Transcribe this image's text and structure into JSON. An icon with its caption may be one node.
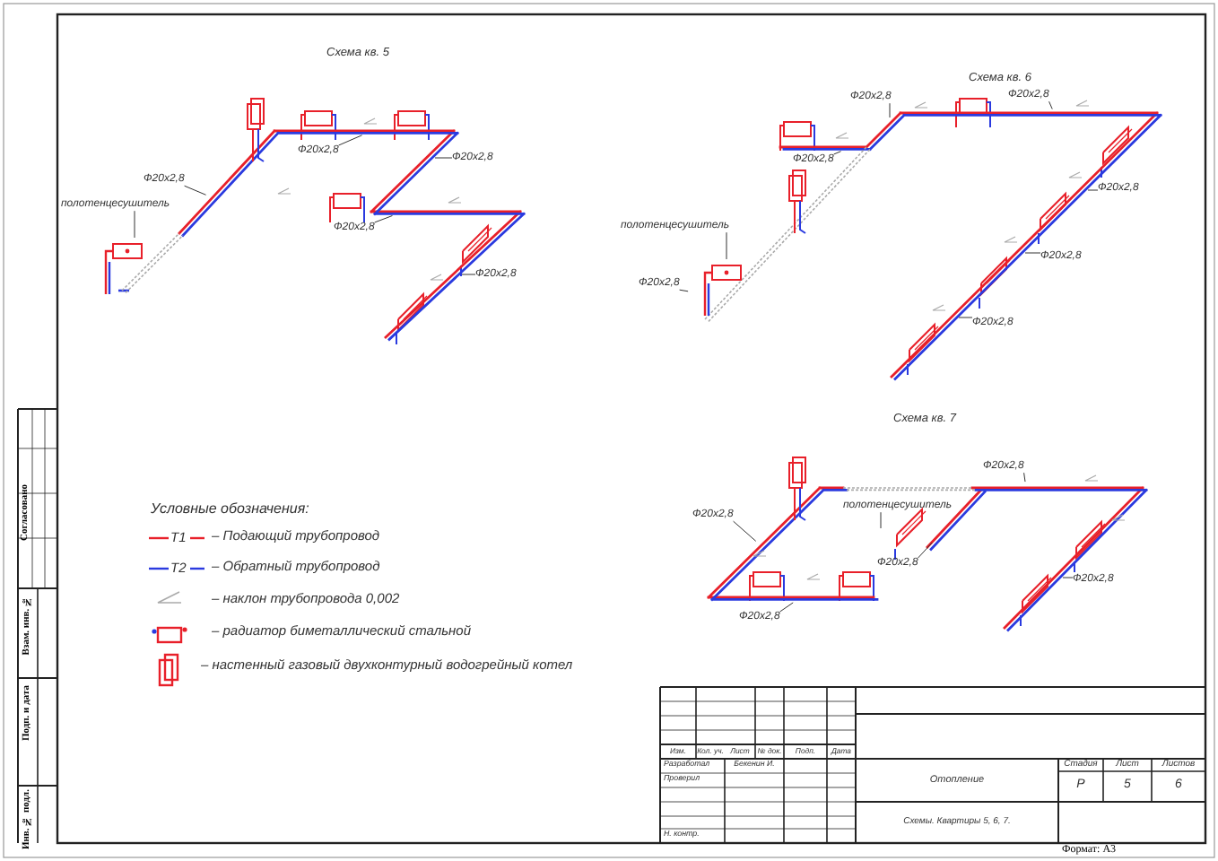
{
  "diagram": {
    "nodes": [
      {
        "text": [
          "Ф20х2,8"
        ]
      },
      {
        "text": [
          "полотенцесушитель"
        ]
      },
      {
        "text": [
          "Ф20х2,8"
        ]
      },
      {
        "text": [
          "Ф20х2,8"
        ]
      },
      {
        "text": [
          "Ф20х2,8"
        ]
      },
      {
        "text": [
          "Ф20х2,8"
        ]
      },
      {
        "text": [
          "Ф20х2,8"
        ]
      },
      {
        "text": [
          "Ф20х2,8"
        ]
      },
      {
        "text": [
          "Ф20х2,8"
        ]
      },
      {
        "text": [
          "полотенцесушитель"
        ]
      },
      {
        "text": [
          "Ф20х2,8"
        ]
      },
      {
        "text": [
          "Ф20х2,8"
        ]
      },
      {
        "text": [
          "Ф20х2,8"
        ]
      },
      {
        "text": [
          "Ф20х2,8"
        ]
      },
      {
        "text": [
          "Ф20х2,8"
        ]
      },
      {
        "text": [
          "полотенцесушитель"
        ]
      },
      {
        "text": [
          "Ф20х2,8"
        ]
      },
      {
        "text": [
          "Ф20х2,8"
        ]
      },
      {
        "text": [
          "Ф20х2,8"
        ]
      },
      {
        "text": [
          "Ф20х2,8"
        ]
      }
    ],
    "edges": [
      {
        "from": 0,
        "to": null,
        "arrow": "none"
      },
      {
        "from": 1,
        "to": null,
        "arrow": "none"
      },
      {
        "from": 2,
        "to": null,
        "arrow": "none"
      },
      {
        "from": 3,
        "to": null,
        "arrow": "none"
      },
      {
        "from": 4,
        "to": null,
        "arrow": "none"
      },
      {
        "from": 5,
        "to": null,
        "arrow": "none"
      },
      {
        "from": 6,
        "to": null,
        "arrow": "none"
      },
      {
        "from": 7,
        "to": null,
        "arrow": "none"
      },
      {
        "from": 8,
        "to": null,
        "arrow": "none"
      },
      {
        "from": 9,
        "to": null,
        "arrow": "none"
      },
      {
        "from": 10,
        "to": null,
        "arrow": "none"
      },
      {
        "from": 11,
        "to": null,
        "arrow": "none"
      },
      {
        "from": 12,
        "to": null,
        "arrow": "none"
      },
      {
        "from": 13,
        "to": null,
        "arrow": "none"
      },
      {
        "from": 14,
        "to": null,
        "arrow": "none"
      },
      {
        "from": 15,
        "to": null,
        "arrow": "none"
      },
      {
        "from": 16,
        "to": null,
        "arrow": "none"
      },
      {
        "from": 17,
        "to": null,
        "arrow": "none"
      },
      {
        "from": 18,
        "to": null,
        "arrow": "none"
      },
      {
        "from": 19,
        "to": null,
        "arrow": "none"
      }
    ],
    "labels": [
      "Схема кв. 5",
      "Схема кв. 6",
      "Схема кв. 7",
      "Условные обозначения:",
      "Т1",
      "Т2",
      "Изм.",
      "Кол. уч.",
      "Лист",
      "№ док.",
      "Подп.",
      "Дата",
      "Разработал",
      "Бекенин И.",
      "Проверил",
      "Н. контр.",
      "Отопление",
      "Стадия",
      "Лист",
      "Листов",
      "Р",
      "5",
      "6",
      "Схемы. Квартиры 5, 6, 7.",
      "Согласовано",
      "Взам. инв. №",
      "Подп. и дата",
      "Инв. № подл.",
      "Формат: А3"
    ],
    "legend": [
      {
        "text": "– Подающий трубопровод"
      },
      {
        "text": "– Обратный трубопровод"
      },
      {
        "text": "– наклон трубопровода 0,002"
      },
      {
        "text": "– радиатор биметаллический стальной"
      },
      {
        "text": "– настенный газовый двухконтурный водогрейный котел"
      }
    ]
  }
}
